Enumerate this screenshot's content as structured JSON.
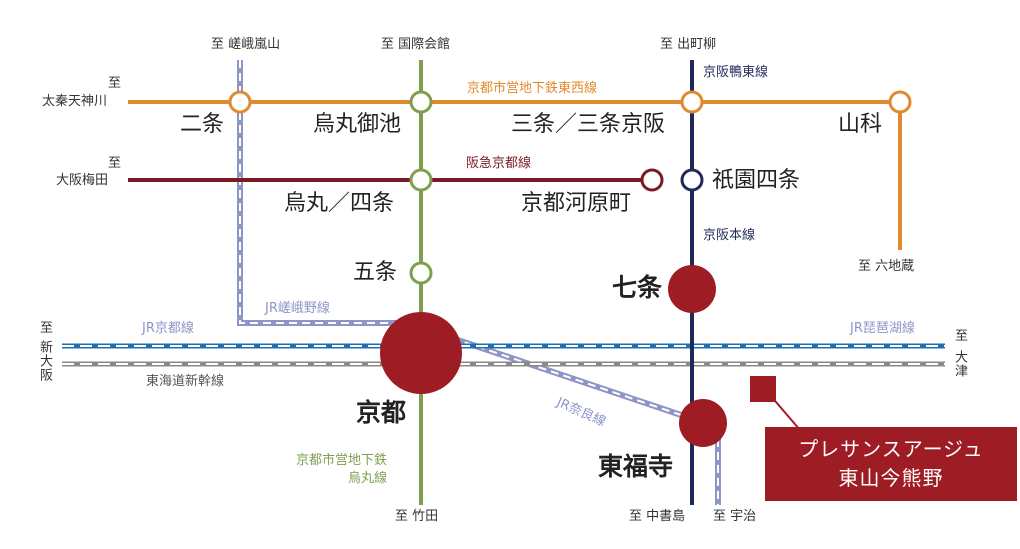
{
  "colors": {
    "tozai": "#e08a2e",
    "karasuma": "#7ea04e",
    "keihan": "#1f2a5a",
    "hankyu": "#7a1a24",
    "jr_kyoto": "#1f6fb0",
    "shinkansen": "#8a8a8a",
    "jr_sagano": "#8e94c8",
    "jr_nara": "#8e94c8",
    "major_station": "#9e1c24",
    "property": "#9e1c24"
  },
  "destinations": {
    "sagano_north": "至 嵯峨嵐山",
    "karasuma_north": "至 国際会館",
    "keihan_north": "至 出町柳",
    "tozai_west_1": "至",
    "tozai_west_2": "太秦天神川",
    "hankyu_west_1": "至",
    "hankyu_west_2": "大阪梅田",
    "tozai_south": "至 六地蔵",
    "jr_west_1": "至",
    "jr_west_2": "新大阪",
    "jr_east_1": "至",
    "jr_east_2": "大津",
    "karasuma_south": "至 竹田",
    "keihan_south": "至 中書島",
    "nara_south": "至 宇治"
  },
  "line_labels": {
    "tozai": "京都市営地下鉄東西線",
    "keihan_kamo": "京阪鴨東線",
    "hankyu": "阪急京都線",
    "keihan_main": "京阪本線",
    "jr_sagano": "JR嵯峨野線",
    "jr_kyoto": "JR京都線",
    "jr_biwako": "JR琵琶湖線",
    "shinkansen": "東海道新幹線",
    "jr_nara": "JR奈良線",
    "karasuma": "京都市営地下鉄\n烏丸線"
  },
  "stations": {
    "nijo": "二条",
    "karasuma_oike": "烏丸御池",
    "sanjo": "三条／三条京阪",
    "yamashina": "山科",
    "karasuma_shijo": "烏丸／四条",
    "kawaramachi": "京都河原町",
    "gion_shijo": "祇園四条",
    "gojo": "五条",
    "shichijo": "七条",
    "kyoto": "京都",
    "tofukuji": "東福寺"
  },
  "property": {
    "line1": "プレサンスアージュ",
    "line2": "東山今熊野"
  }
}
